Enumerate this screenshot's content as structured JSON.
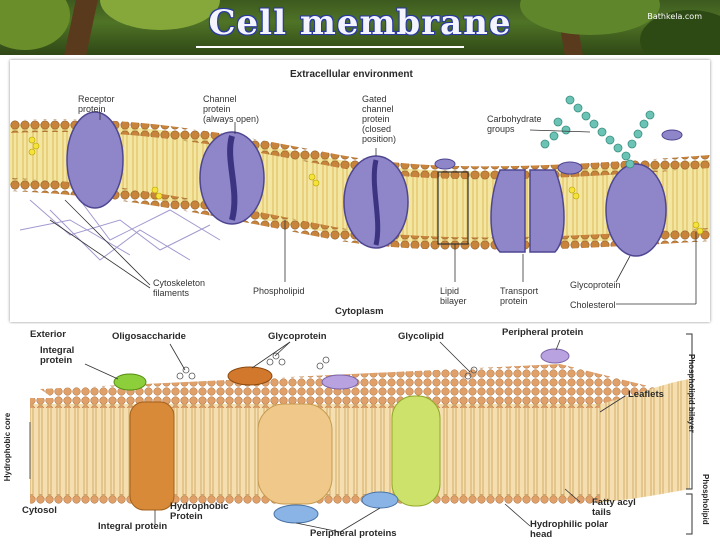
{
  "header": {
    "title": "Cell membrane",
    "watermark": "Bathkela.com"
  },
  "diagram_top": {
    "title": "Extracellular environment",
    "cytoplasm_label": "Cytoplasm",
    "labels": {
      "receptor": "Receptor\nprotein",
      "channel": "Channel\nprotein\n(always open)",
      "gated": "Gated\nchannel\nprotein\n(closed\nposition)",
      "carbohydrate": "Carbohydrate\ngroups",
      "cytoskeleton": "Cytoskeleton\nfilaments",
      "phospholipid": "Phospholipid",
      "lipid_bilayer": "Lipid\nbilayer",
      "transport": "Transport\nprotein",
      "glycoprotein": "Glycoprotein",
      "cholesterol": "Cholesterol"
    }
  },
  "diagram_bottom": {
    "labels": {
      "exterior": "Exterior",
      "integral_top": "Integral\nprotein",
      "oligosaccharide": "Oligosaccharide",
      "glycoprotein": "Glycoprotein",
      "glycolipid": "Glycolipid",
      "peripheral_top": "Peripheral protein",
      "leaflets": "Leaflets",
      "hydrophobic_core": "Hydrophobic core",
      "cytosol": "Cytosol",
      "hydrophobic_protein": "Hydrophobic\nProtein",
      "integral_bottom": "Integral protein",
      "peripheral_bottom": "Peripheral proteins",
      "fatty_acyl": "Fatty acyl\ntails",
      "polar_head": "Hydrophilic polar\nhead",
      "phospholipid_bilayer": "Phospholipid bilayer",
      "phospholipid": "Phospholipid"
    }
  },
  "colors": {
    "banner_green": "#3d5a1f",
    "title_blue": "#2a3aa0",
    "head_orange": "#c9843c",
    "tail_yellow": "#f3e6a0",
    "protein_purple": "#8e86c9",
    "carbohydrate_teal": "#6bc3b5"
  }
}
